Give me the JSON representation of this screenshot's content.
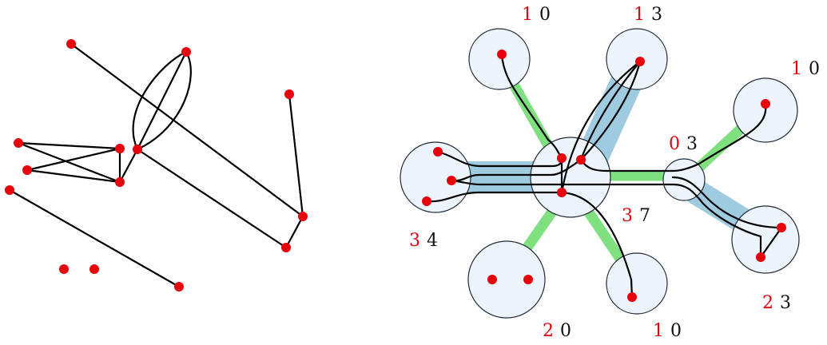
{
  "colors": {
    "vertex": "#e8000b",
    "edge": "#000000",
    "cluster_fill": "#edf4fb",
    "cluster_stroke": "#1f2937",
    "bundle_blue": "#9fcbe0",
    "bundle_green": "#7fe07f",
    "label_red": "#e8000b",
    "label_black": "#111111"
  },
  "clusters": [
    {
      "id": "top-left",
      "label": {
        "red": "1",
        "black": "0"
      }
    },
    {
      "id": "top-mid",
      "label": {
        "red": "1",
        "black": "3"
      }
    },
    {
      "id": "right-upper",
      "label": {
        "red": "1",
        "black": "0"
      }
    },
    {
      "id": "small-hub",
      "label": {
        "red": "0",
        "black": "3"
      }
    },
    {
      "id": "center",
      "label": {
        "red": "3",
        "black": "7"
      }
    },
    {
      "id": "left",
      "label": {
        "red": "3",
        "black": "4"
      }
    },
    {
      "id": "bottom-left",
      "label": {
        "red": "2",
        "black": "0"
      }
    },
    {
      "id": "bottom-mid",
      "label": {
        "red": "1",
        "black": "0"
      }
    },
    {
      "id": "right-lower",
      "label": {
        "red": "2",
        "black": "3"
      }
    }
  ]
}
